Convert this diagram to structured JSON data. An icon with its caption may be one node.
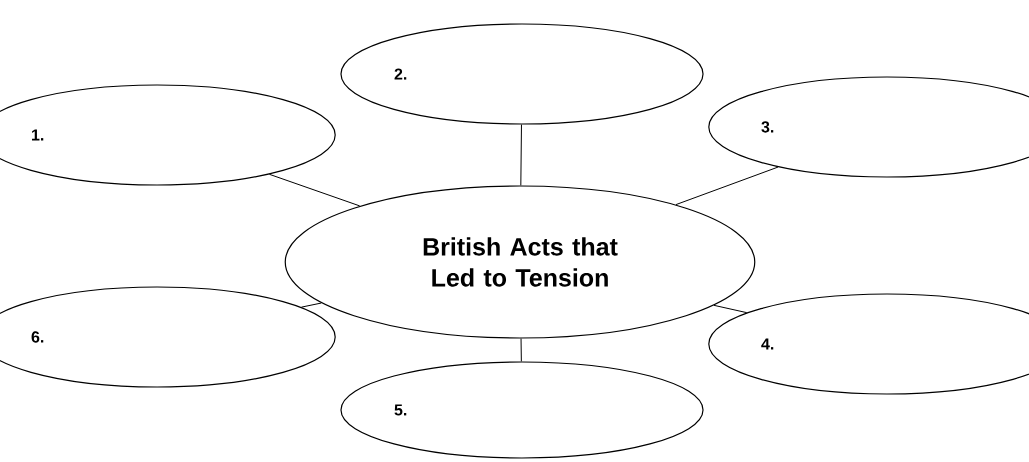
{
  "diagram": {
    "nodes": [
      {
        "text": [
          "British Acts that Led to Tension"
        ]
      },
      {
        "text": [
          "1."
        ]
      },
      {
        "text": [
          "2."
        ]
      },
      {
        "text": [
          "3."
        ]
      },
      {
        "text": [
          "4."
        ]
      },
      {
        "text": [
          "5."
        ]
      },
      {
        "text": [
          "6."
        ]
      }
    ],
    "edges": [
      {
        "from": 0,
        "to": 1,
        "arrow": "none"
      },
      {
        "from": 0,
        "to": 2,
        "arrow": "none"
      },
      {
        "from": 0,
        "to": 3,
        "arrow": "none"
      },
      {
        "from": 0,
        "to": 4,
        "arrow": "none"
      },
      {
        "from": 0,
        "to": 5,
        "arrow": "none"
      },
      {
        "from": 0,
        "to": 6,
        "arrow": "none"
      }
    ]
  }
}
